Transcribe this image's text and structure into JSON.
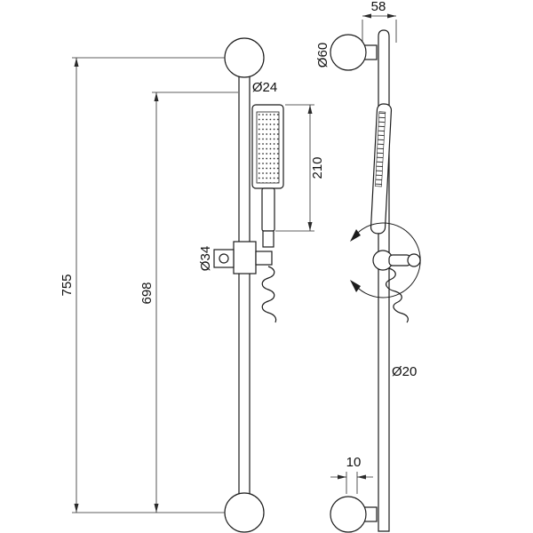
{
  "drawing": {
    "title": "shower-rail-technical-drawing",
    "front": {
      "dim_total_height": "755",
      "dim_rail_length": "698",
      "dim_handle_diameter": "Ø24",
      "dim_slider_diameter": "Ø34",
      "dim_handset_length": "210"
    },
    "side": {
      "dim_wall_offset": "58",
      "dim_flange_diameter": "Ø60",
      "dim_bar_diameter": "Ø20",
      "dim_flange_stem": "10"
    },
    "colors": {
      "line": "#1c1c1c",
      "dimension_line": "#2a2a2a",
      "background": "#ffffff"
    }
  }
}
